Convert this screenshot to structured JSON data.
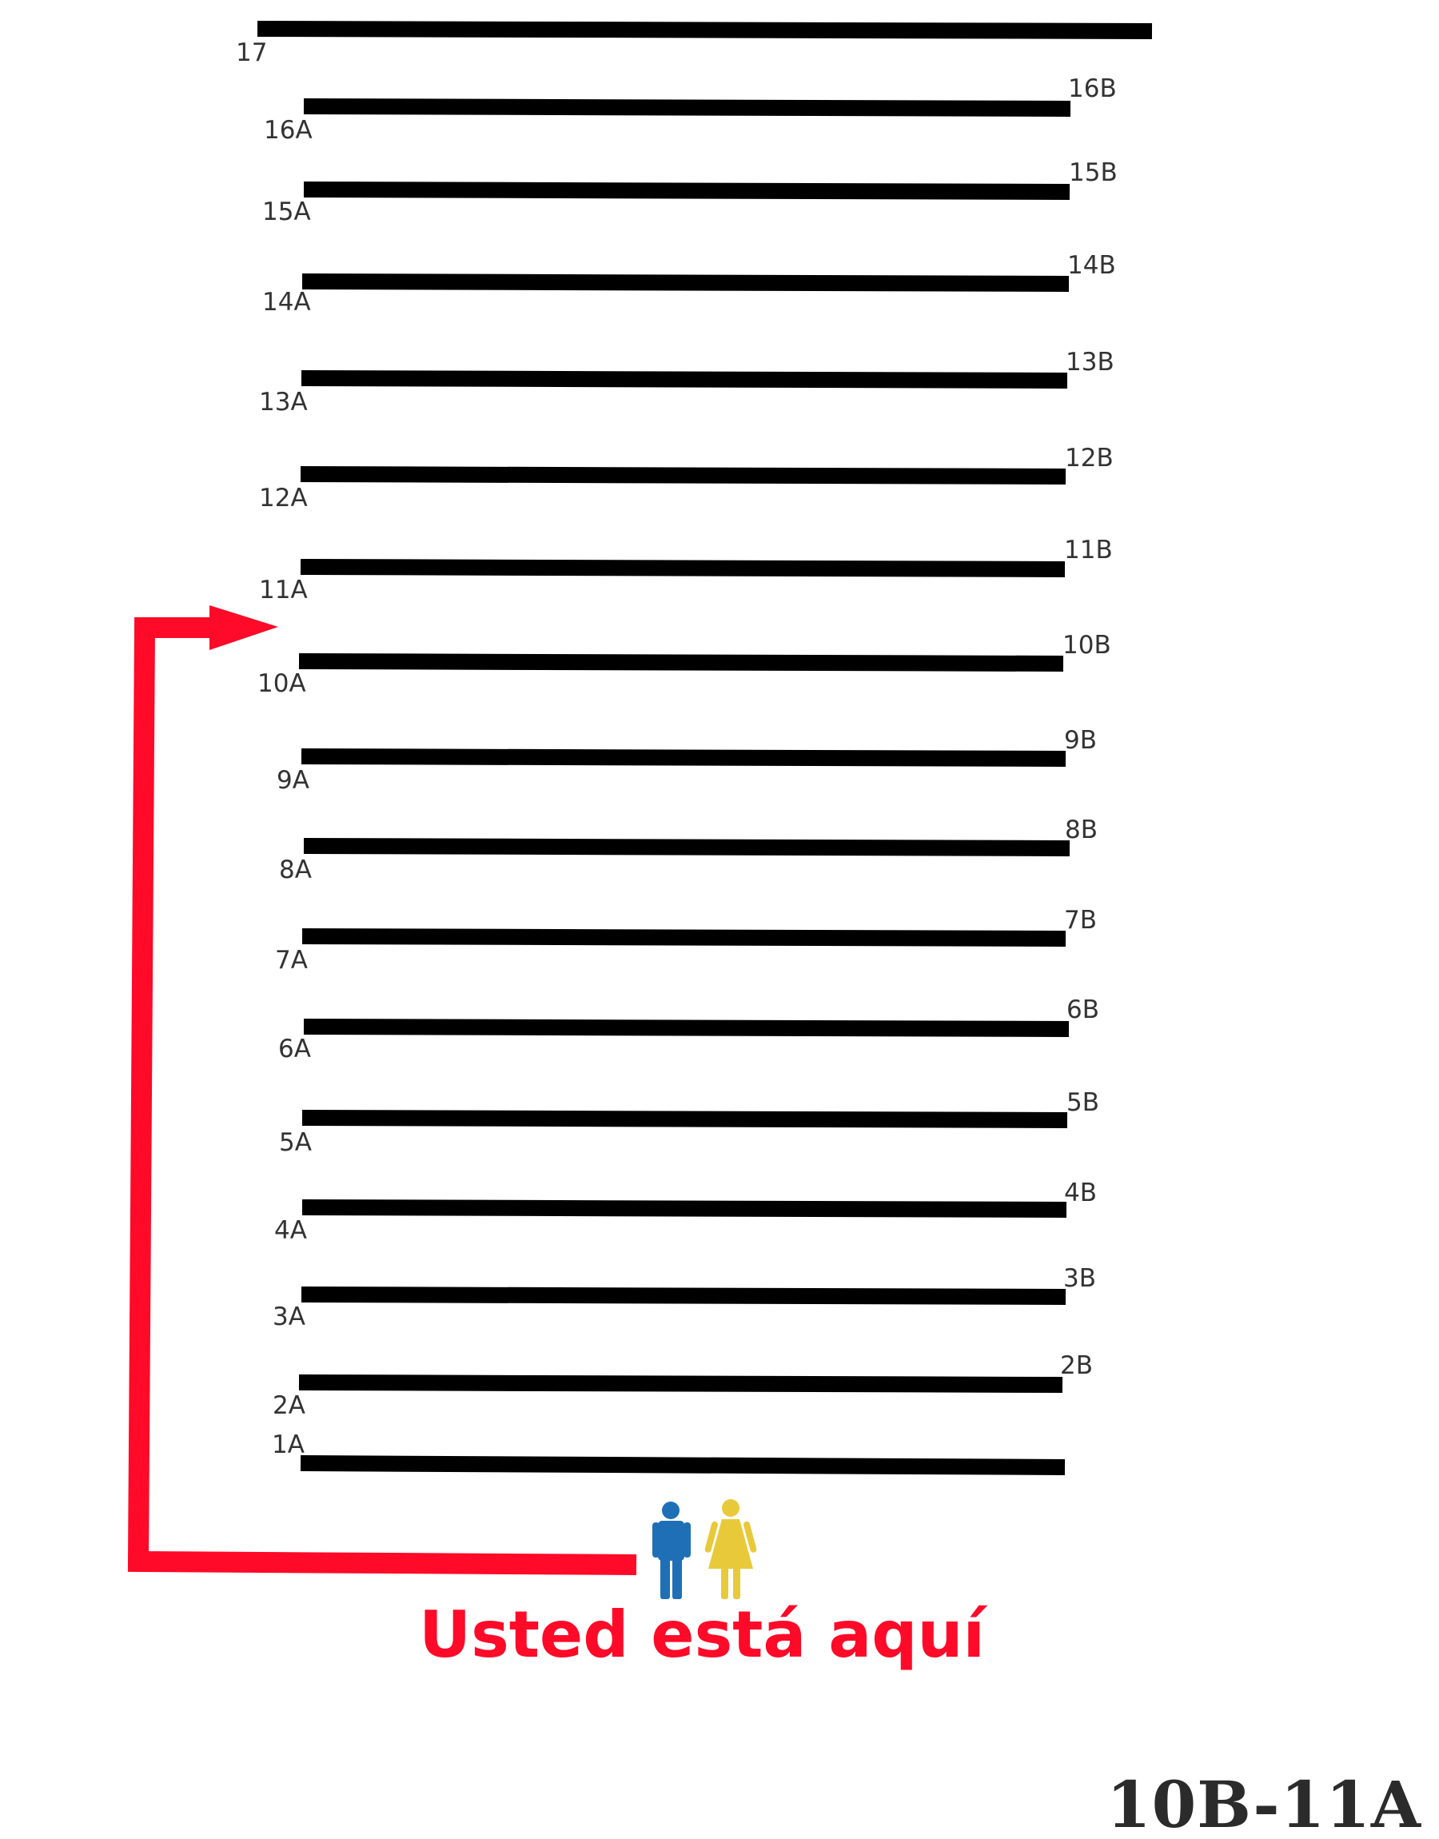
{
  "map": {
    "aisles": [
      {
        "number": "17",
        "left_label": "17",
        "right_label": ""
      },
      {
        "number": "16",
        "left_label": "16A",
        "right_label": "16B"
      },
      {
        "number": "15",
        "left_label": "15A",
        "right_label": "15B"
      },
      {
        "number": "14",
        "left_label": "14A",
        "right_label": "14B"
      },
      {
        "number": "13",
        "left_label": "13A",
        "right_label": "13B"
      },
      {
        "number": "12",
        "left_label": "12A",
        "right_label": "12B"
      },
      {
        "number": "11",
        "left_label": "11A",
        "right_label": "11B"
      },
      {
        "number": "10",
        "left_label": "10A",
        "right_label": "10B"
      },
      {
        "number": "9",
        "left_label": "9A",
        "right_label": "9B"
      },
      {
        "number": "8",
        "left_label": "8A",
        "right_label": "8B"
      },
      {
        "number": "7",
        "left_label": "7A",
        "right_label": "7B"
      },
      {
        "number": "6",
        "left_label": "6A",
        "right_label": "6B"
      },
      {
        "number": "5",
        "left_label": "5A",
        "right_label": "5B"
      },
      {
        "number": "4",
        "left_label": "4A",
        "right_label": "4B"
      },
      {
        "number": "3",
        "left_label": "3A",
        "right_label": "3B"
      },
      {
        "number": "2",
        "left_label": "2A",
        "right_label": "2B"
      },
      {
        "number": "1",
        "left_label": "1A",
        "right_label": ""
      }
    ],
    "you_are_here": "Usted está aquí",
    "location_code": "10B-11A",
    "route_target": "11A",
    "icons": [
      "man-icon",
      "woman-icon"
    ],
    "colors": {
      "route": "#ff0a28",
      "shelf": "#000000",
      "man": "#1f6fb6",
      "woman": "#e8c93a",
      "label": "#333333",
      "code": "#2b2b2b"
    }
  }
}
